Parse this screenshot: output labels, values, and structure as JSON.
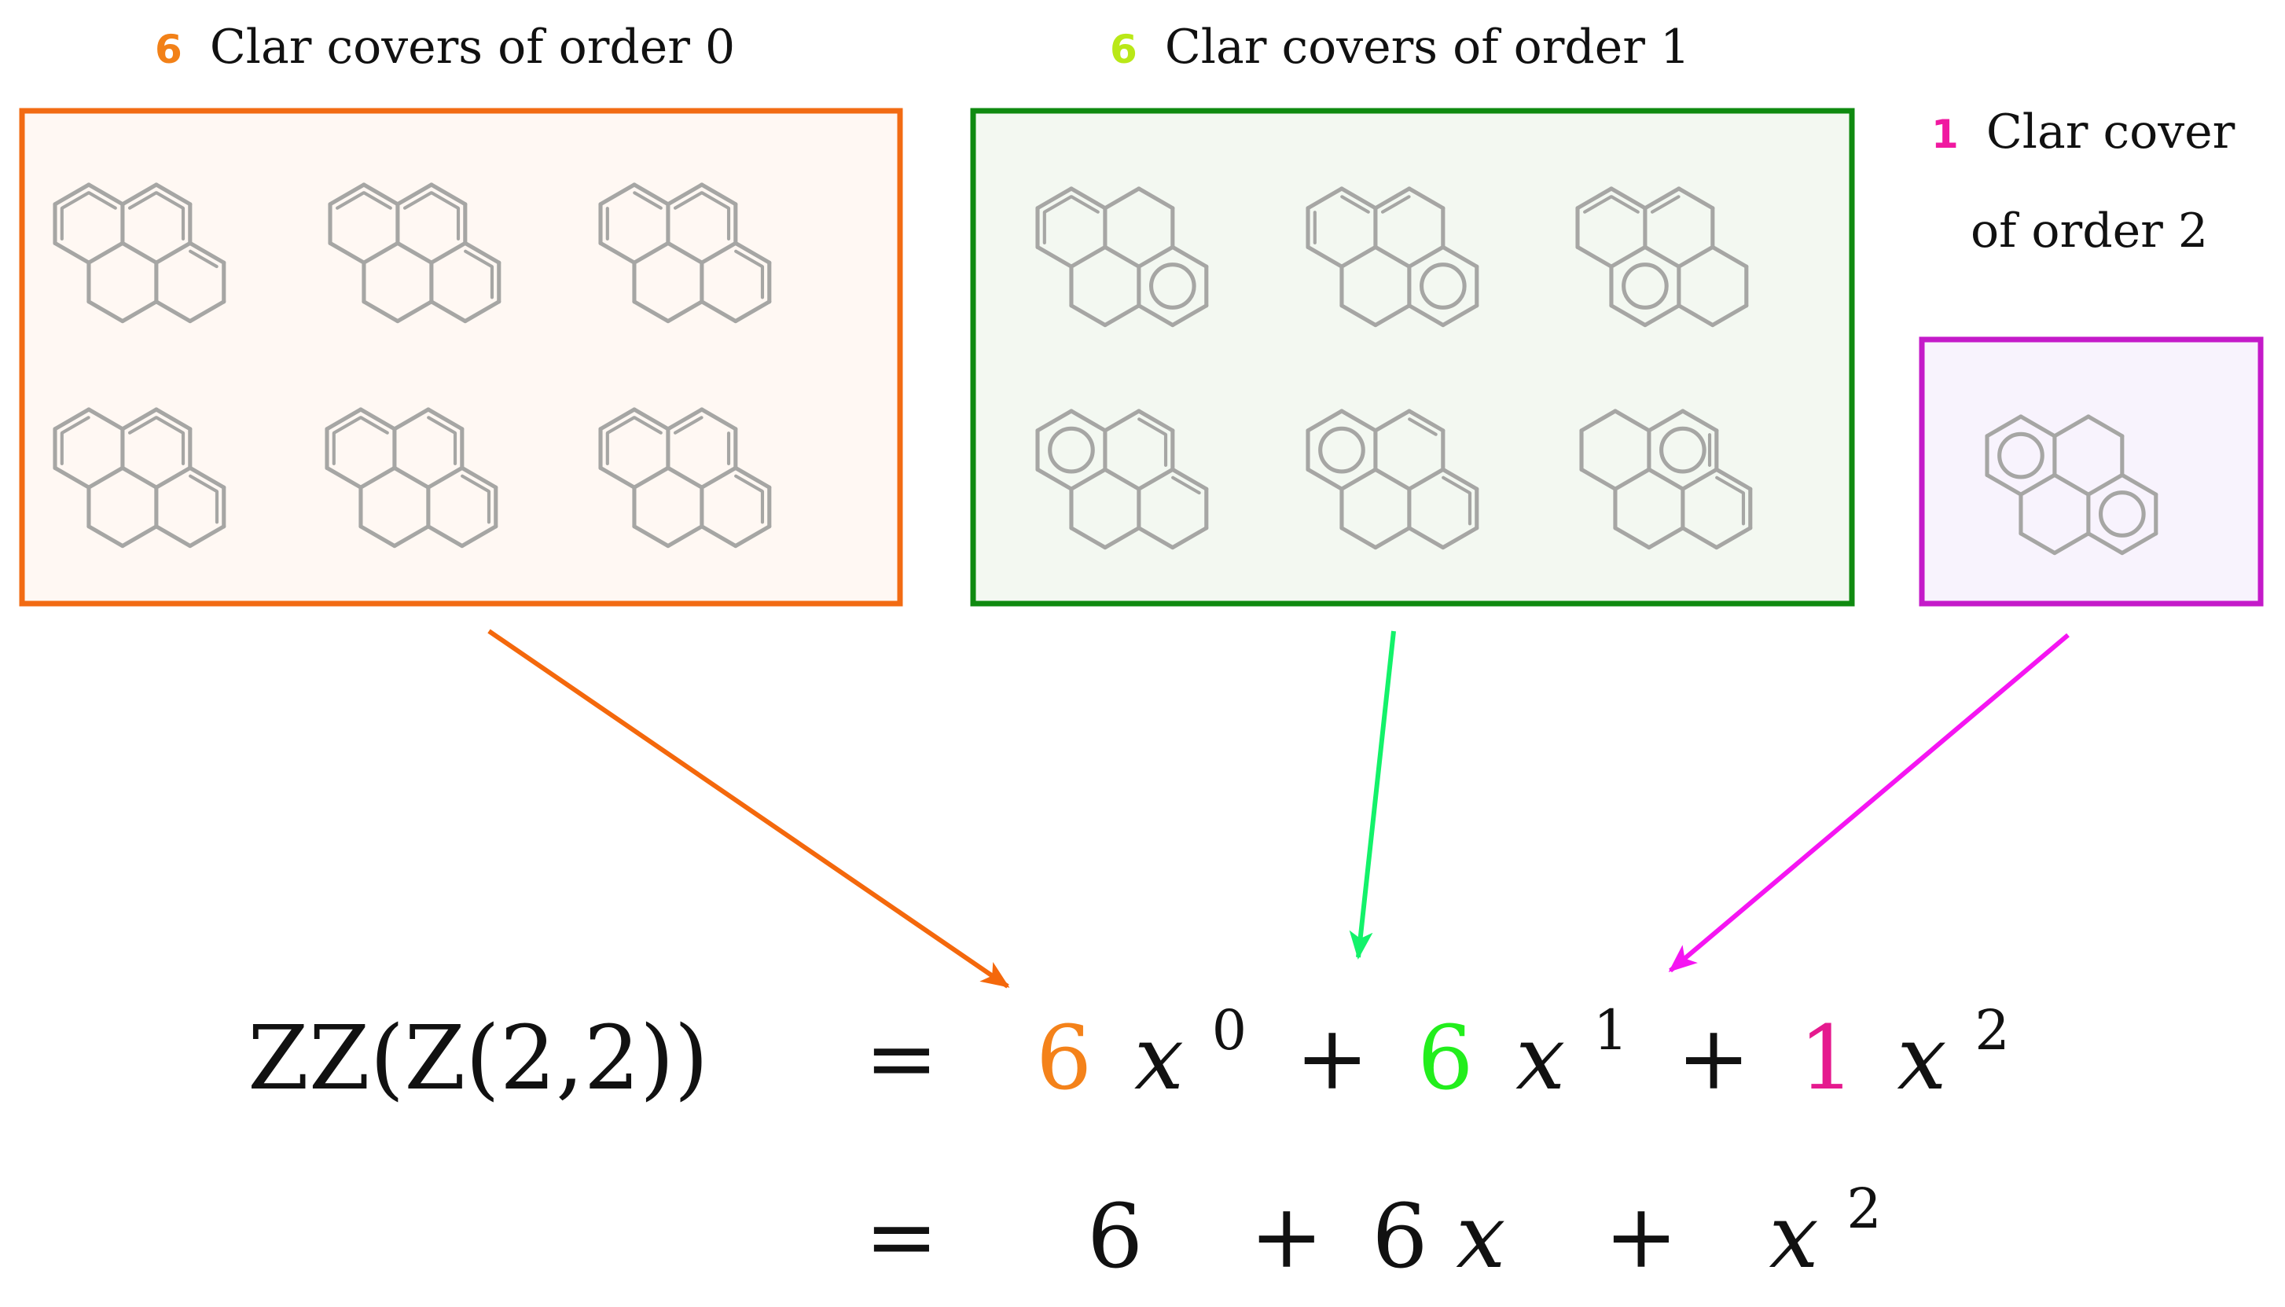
{
  "groups": [
    {
      "id": "order0",
      "count": "6",
      "caption_text": "Clar covers of order 0",
      "caption_line2": "",
      "count_color": "#f28118",
      "border_color": "#f26b13",
      "fill_color": "#fff8f3",
      "arrow_color": "#f4680c",
      "molecules": [
        {
          "double_bonds": [
            0,
            1,
            2,
            3,
            4,
            5,
            6
          ],
          "circles": []
        },
        {
          "double_bonds": [
            1,
            2,
            3,
            4,
            5,
            6,
            7
          ],
          "circles": []
        },
        {
          "double_bonds": [
            0,
            2,
            3,
            4,
            5,
            6,
            7
          ],
          "circles": []
        },
        {
          "double_bonds": [
            0,
            1,
            3,
            4,
            5,
            6,
            7
          ],
          "circles": []
        },
        {
          "double_bonds": [
            0,
            1,
            2,
            4,
            5,
            6,
            7
          ],
          "circles": []
        },
        {
          "double_bonds": [
            0,
            1,
            2,
            3,
            5,
            6,
            7
          ],
          "circles": []
        }
      ]
    },
    {
      "id": "order1",
      "count": "6",
      "caption_text": "Clar covers of order 1",
      "caption_line2": "",
      "count_color": "#b9e817",
      "border_color": "#0f8a10",
      "fill_color": "#f3f8f1",
      "arrow_color": "#13f26a",
      "molecules": [
        {
          "double_bonds": [
            0,
            1,
            2
          ],
          "circles": [
            "D"
          ]
        },
        {
          "double_bonds": [
            0,
            2,
            3
          ],
          "circles": [
            "D"
          ]
        },
        {
          "double_bonds": [
            1,
            2,
            3
          ],
          "circles": [
            "C"
          ]
        },
        {
          "double_bonds": [
            4,
            5,
            6
          ],
          "circles": [
            "A"
          ]
        },
        {
          "double_bonds": [
            4,
            6,
            7
          ],
          "circles": [
            "A"
          ]
        },
        {
          "double_bonds": [
            5,
            6,
            7
          ],
          "circles": [
            "B"
          ]
        }
      ]
    },
    {
      "id": "order2",
      "count": "1",
      "caption_text": "Clar cover",
      "caption_line2": "of order 2",
      "count_color": "#f019a0",
      "border_color": "#c41ac9",
      "fill_color": "#f8f3fd",
      "arrow_color": "#f515f2",
      "molecules": [
        {
          "double_bonds": [],
          "circles": [
            "A",
            "D"
          ]
        }
      ]
    }
  ],
  "equation": {
    "lhs": "ZZ(Z(2,2))",
    "equals": "=",
    "line1": {
      "terms": [
        {
          "coeff": "6",
          "coeff_color": "#f4821a",
          "var": "x",
          "exp": "0"
        },
        {
          "coeff": "6",
          "coeff_color": "#22ee1c",
          "var": "x",
          "exp": "1"
        },
        {
          "coeff": "1",
          "coeff_color": "#e51a8e",
          "var": "x",
          "exp": "2"
        }
      ],
      "plus": "+"
    },
    "line2": {
      "constant": "6",
      "linear_coeff": "6",
      "linear_var": "x",
      "quad_var": "x",
      "quad_exp": "2",
      "plus": "+"
    }
  },
  "colors": {
    "molecule_stroke": "#a6a6a4",
    "text": "#111111"
  }
}
